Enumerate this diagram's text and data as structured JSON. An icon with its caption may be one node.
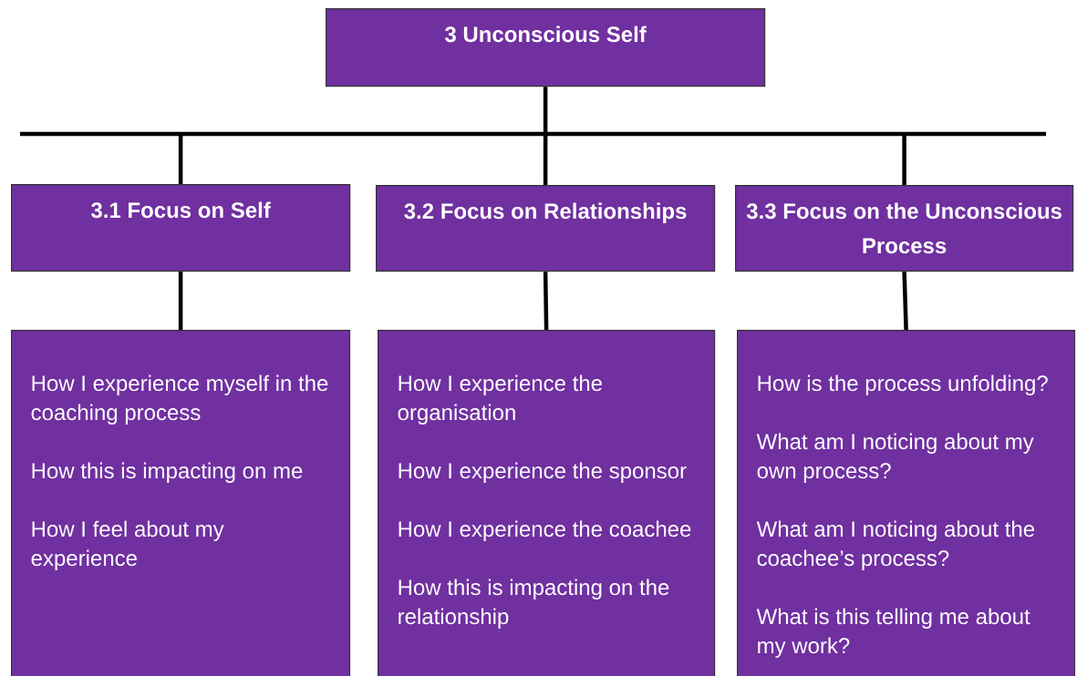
{
  "diagram": {
    "nodes": [
      {
        "text": [
          "3 Unconscious Self"
        ]
      },
      {
        "text": [
          "3.1 Focus on Self"
        ]
      },
      {
        "text": [
          "3.2 Focus on Relationships"
        ]
      },
      {
        "text": [
          "3.3 Focus on the Unconscious Process"
        ]
      },
      {
        "text": [
          "How I experience myself in the coaching process",
          "How this is impacting on me",
          "How I feel about my experience"
        ]
      },
      {
        "text": [
          "How I experience the organisation",
          "How I experience the sponsor",
          "How I experience the coachee",
          "How this is impacting on the relationship"
        ]
      },
      {
        "text": [
          "How is the process unfolding?",
          "What am I noticing about my own process?",
          "What am I noticing about the coachee’s process?",
          "What is this telling me about my work?"
        ]
      }
    ],
    "edges": [
      {
        "from": 0,
        "to": 1,
        "arrow": "none"
      },
      {
        "from": 0,
        "to": 2,
        "arrow": "none"
      },
      {
        "from": 0,
        "to": 3,
        "arrow": "none"
      },
      {
        "from": 1,
        "to": 4,
        "arrow": "none"
      },
      {
        "from": 2,
        "to": 5,
        "arrow": "none"
      },
      {
        "from": 3,
        "to": 6,
        "arrow": "none"
      }
    ]
  }
}
